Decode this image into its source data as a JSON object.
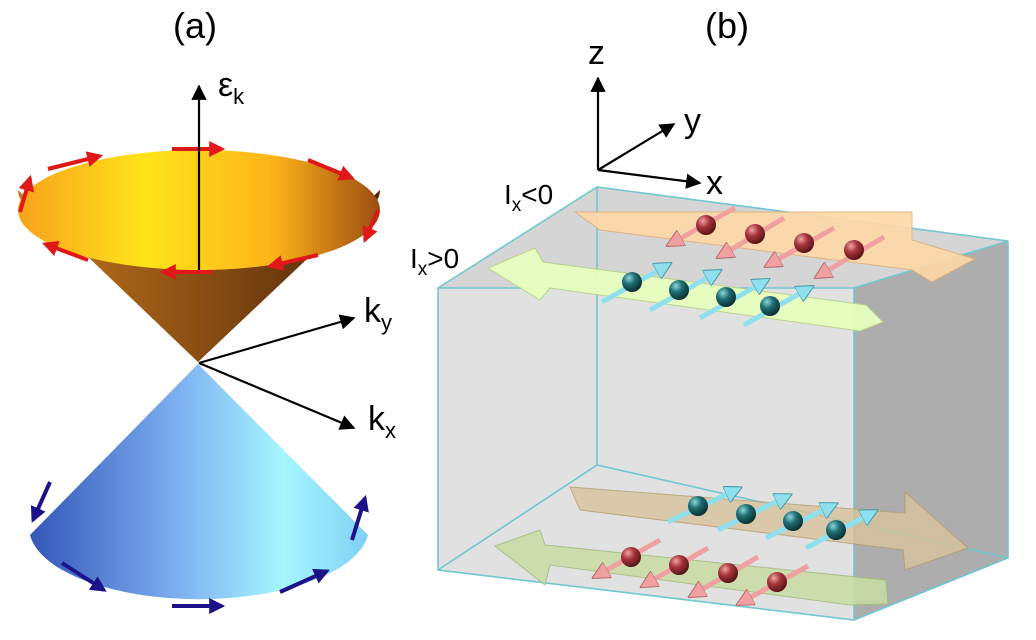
{
  "panels": {
    "a": {
      "label": "(a)"
    },
    "b": {
      "label": "(b)"
    }
  },
  "cone_axes": {
    "energy": {
      "main": "ε",
      "sub": "k"
    },
    "ky": {
      "main": "k",
      "sub": "y"
    },
    "kx": {
      "main": "k",
      "sub": "x"
    }
  },
  "coord_axes": {
    "z": "z",
    "y": "y",
    "x": "x"
  },
  "currents": {
    "neg": {
      "main": "I",
      "sub": "x",
      "rel": "<0"
    },
    "pos": {
      "main": "I",
      "sub": "x",
      "rel": ">0"
    }
  },
  "colors": {
    "upper_cone_light": "#ffd21a",
    "upper_cone_dark": "#6b3a0e",
    "lower_cone_light": "#9ff3ff",
    "lower_cone_dark": "#3a63c6",
    "upper_spin_arrow": "#e01818",
    "lower_spin_arrow": "#1c138a",
    "box_edge": "#6fc8d2",
    "box_fill": "#d9d9d9",
    "red_electron": "#a8363c",
    "teal_electron": "#1f6e74",
    "red_spin": "#f0a0a0",
    "cyan_spin": "#8fe0ee",
    "orange_band": "#ffd9a8",
    "green_band": "#e8ffbf"
  }
}
